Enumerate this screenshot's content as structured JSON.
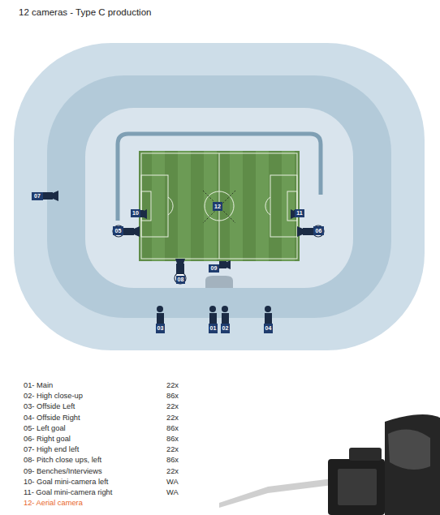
{
  "diagram": {
    "title": "12 cameras - Type C production",
    "labels": [
      "01",
      "02",
      "03",
      "04",
      "05",
      "06",
      "07",
      "08",
      "09",
      "10",
      "11",
      "12",
      "01- Main",
      "22x",
      "02- High close-up",
      "86x",
      "03- Offside Left",
      "22x",
      "04- Offside Right",
      "22x",
      "05- Left goal",
      "86x",
      "06- Right goal",
      "86x",
      "07- High end left",
      "22x",
      "08- Pitch close ups, left",
      "86x",
      "09- Benches/Interviews",
      "22x",
      "10- Goal mini-camera left",
      "WA",
      "11- Goal mini-camera right",
      "WA",
      "12- Aerial camera"
    ]
  }
}
